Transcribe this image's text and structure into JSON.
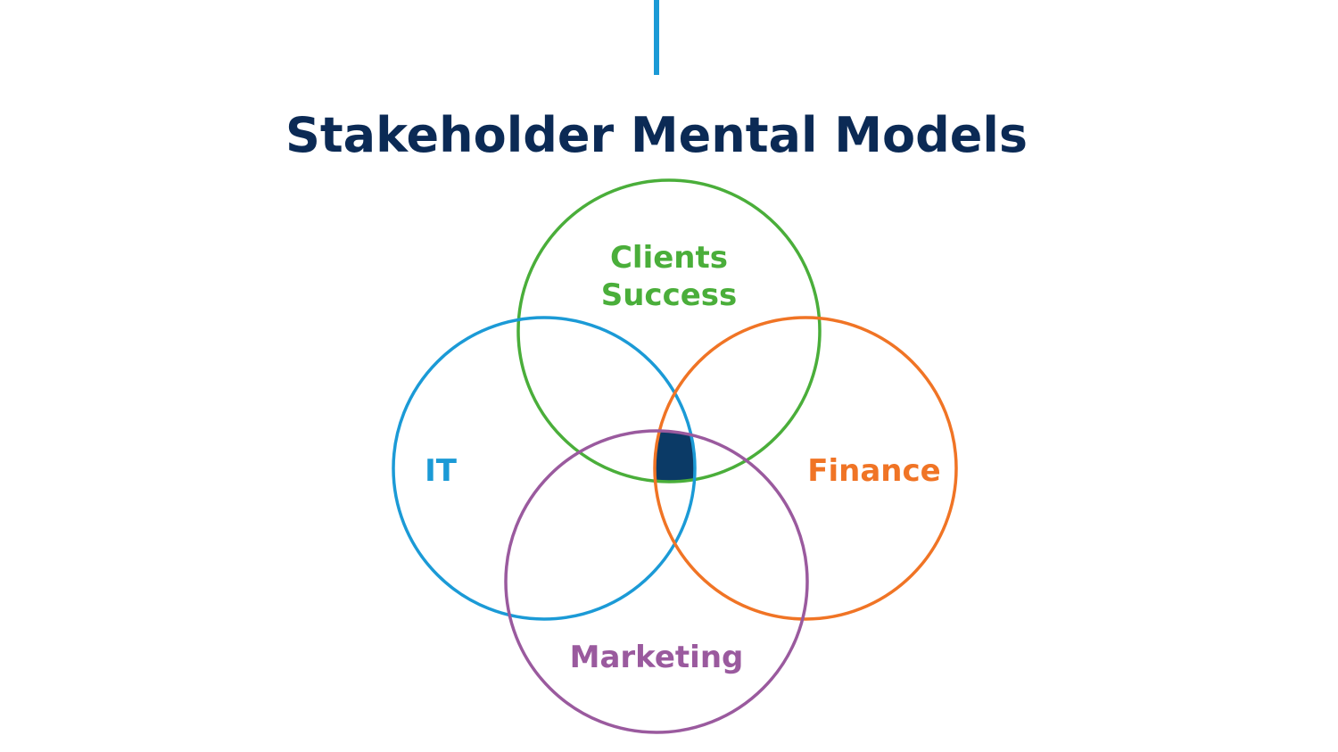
{
  "title": "Stakeholder Mental Models",
  "colors": {
    "title": "#0b2a55",
    "accent_line": "#1b9ad6",
    "it": "#1b9ad6",
    "clients": "#4aae3a",
    "finance": "#f07425",
    "marketing": "#9a5a9e",
    "overlap": "#0b3a66"
  },
  "groups": {
    "clients": {
      "line1": "Clients",
      "line2": "Success"
    },
    "it": {
      "label": "IT"
    },
    "finance": {
      "label": "Finance"
    },
    "marketing": {
      "label": "Marketing"
    }
  }
}
